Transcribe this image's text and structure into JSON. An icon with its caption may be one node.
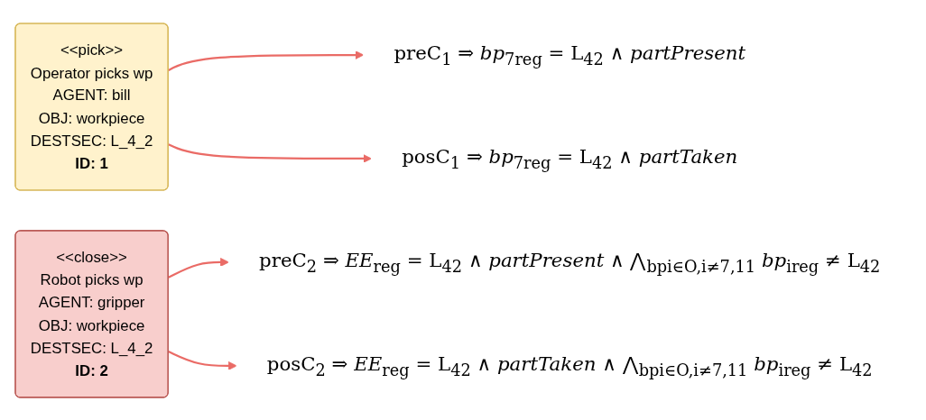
{
  "diagram": {
    "nodes": [
      {
        "text": [
          "<<pick>>",
          "Operator picks wp",
          "AGENT: bill",
          "OBJ: workpiece",
          "DESTSEC: L_4_2",
          "ID: 1"
        ]
      },
      {
        "text": [
          "preC$_{1}$ ⇒ *bp*$_{7reg}$ = L$_{42}$ ∧ *partPresent*"
        ]
      },
      {
        "text": [
          "posC$_{1}$ ⇒ *bp*$_{7reg}$ = L$_{42}$ ∧ *partTaken*"
        ]
      },
      {
        "text": [
          "<<close>>",
          "Robot picks wp",
          "AGENT: gripper",
          "OBJ: workpiece",
          "DESTSEC: L_4_2",
          "ID: 2"
        ]
      },
      {
        "text": [
          "preC$_{2}$ ⇒ *EE*$_{reg}$ = L$_{42}$ ∧ *partPresent* ∧ ⋀$_{bpi∈O,i≠7,11}$ *bp*$_{ireg}$ ≠ L$_{42}$"
        ]
      },
      {
        "text": [
          "posC$_{2}$ ⇒ *EE*$_{reg}$ = L$_{42}$ ∧ *partTaken* ∧ ⋀$_{bpi∈O,i≠7,11}$ *bp*$_{ireg}$ ≠ L$_{42}$"
        ]
      }
    ],
    "edges": [
      {
        "from": 0,
        "to": 1,
        "arrow": "to"
      },
      {
        "from": 0,
        "to": 2,
        "arrow": "to"
      },
      {
        "from": 3,
        "to": 4,
        "arrow": "to"
      },
      {
        "from": 3,
        "to": 5,
        "arrow": "to"
      }
    ]
  }
}
